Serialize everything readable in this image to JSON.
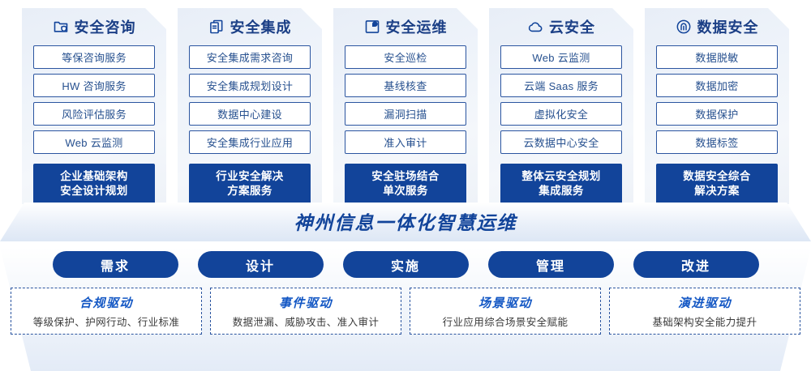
{
  "columns": [
    {
      "icon": "folder-shield-icon",
      "title": "安全咨询",
      "services": [
        "等保咨询服务",
        "HW 咨询服务",
        "风险评估服务",
        "Web 云监测"
      ],
      "solution": "企业基础架构\n安全设计规划",
      "solution_line1": "企业基础架构",
      "solution_line2": "安全设计规划"
    },
    {
      "icon": "stacked-documents-icon",
      "title": "安全集成",
      "services": [
        "安全集成需求咨询",
        "安全集成规划设计",
        "数据中心建设",
        "安全集成行业应用"
      ],
      "solution_line1": "行业安全解决",
      "solution_line2": "方案服务"
    },
    {
      "icon": "monitor-pie-icon",
      "title": "安全运维",
      "services": [
        "安全巡检",
        "基线核查",
        "漏洞扫描",
        "准入审计"
      ],
      "solution_line1": "安全驻场结合",
      "solution_line2": "单次服务"
    },
    {
      "icon": "cloud-icon",
      "title": "云安全",
      "services": [
        "Web 云监测",
        "云端 Saas 服务",
        "虚拟化安全",
        "云数据中心安全"
      ],
      "solution_line1": "整体云安全规划",
      "solution_line2": "集成服务"
    },
    {
      "icon": "fingerprint-icon",
      "title": "数据安全",
      "services": [
        "数据脱敏",
        "数据加密",
        "数据保护",
        "数据标签"
      ],
      "solution_line1": "数据安全综合",
      "solution_line2": "解决方案"
    }
  ],
  "banner": {
    "title": "神州信息一体化智慧运维"
  },
  "phases": [
    {
      "label": "需求"
    },
    {
      "label": "设计"
    },
    {
      "label": "实施"
    },
    {
      "label": "管理"
    },
    {
      "label": "改进"
    }
  ],
  "drivers": [
    {
      "title": "合规驱动",
      "desc": "等级保护、护网行动、行业标准"
    },
    {
      "title": "事件驱动",
      "desc": "数据泄漏、威胁攻击、准入审计"
    },
    {
      "title": "场景驱动",
      "desc": "行业应用综合场景安全赋能"
    },
    {
      "title": "演进驱动",
      "desc": "基础架构安全能力提升"
    }
  ],
  "colors": {
    "brand_blue": "#12449a",
    "outline_blue": "#2b55a0",
    "text_blue": "#26508f",
    "driver_title_blue": "#1357c4"
  }
}
